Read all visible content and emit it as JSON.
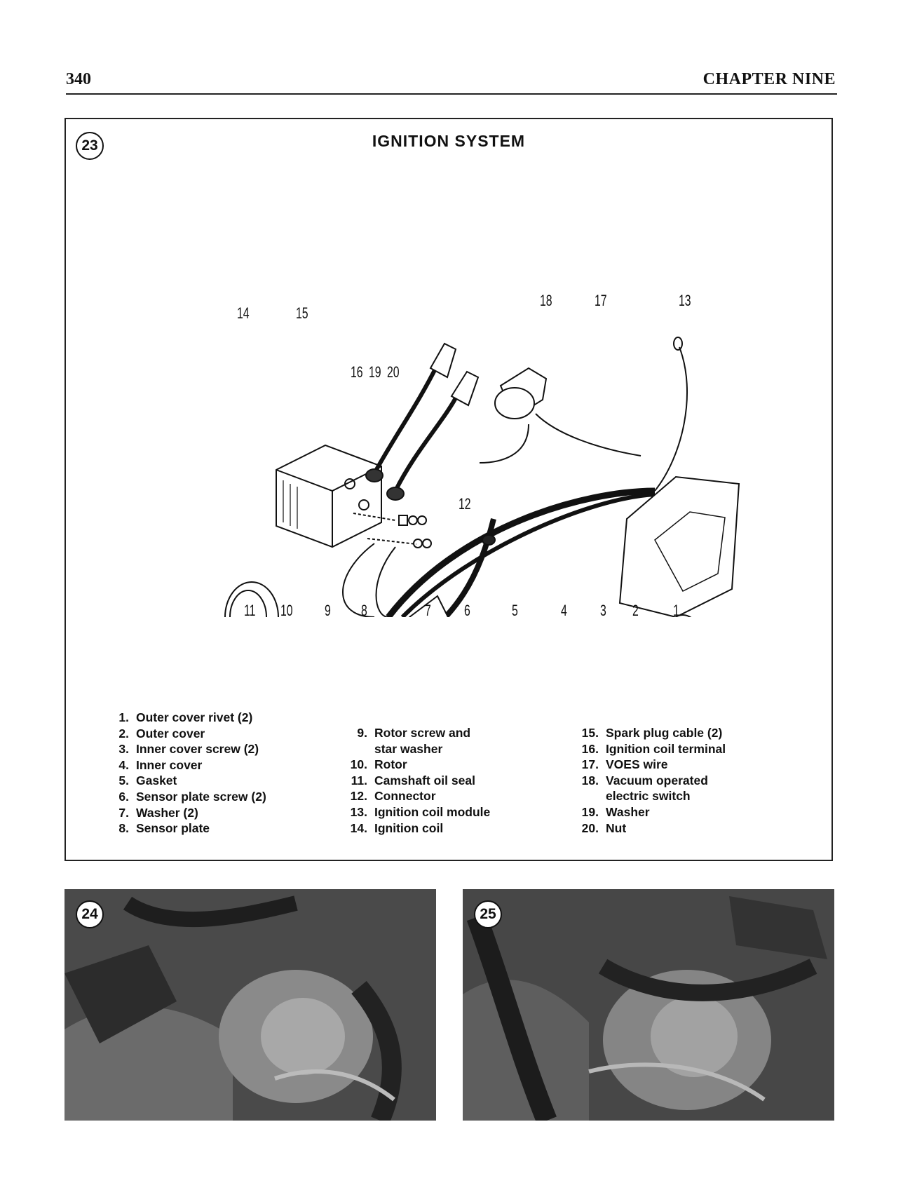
{
  "header": {
    "page_number": "340",
    "chapter": "CHAPTER NINE"
  },
  "figure": {
    "number": "23",
    "title": "IGNITION SYSTEM",
    "callouts": [
      "1",
      "2",
      "3",
      "4",
      "5",
      "6",
      "7",
      "8",
      "9",
      "10",
      "11",
      "12",
      "13",
      "14",
      "15",
      "16",
      "19",
      "20",
      "17",
      "18"
    ],
    "legend": [
      {
        "num": "1.",
        "text": "Outer cover rivet (2)"
      },
      {
        "num": "2.",
        "text": "Outer cover"
      },
      {
        "num": "3.",
        "text": "Inner cover screw (2)"
      },
      {
        "num": "4.",
        "text": "Inner cover"
      },
      {
        "num": "5.",
        "text": "Gasket"
      },
      {
        "num": "6.",
        "text": "Sensor plate screw (2)"
      },
      {
        "num": "7.",
        "text": "Washer (2)"
      },
      {
        "num": "8.",
        "text": "Sensor plate"
      },
      {
        "num": "9.",
        "text": "Rotor screw and"
      },
      {
        "num": "",
        "text": "star washer"
      },
      {
        "num": "10.",
        "text": "Rotor"
      },
      {
        "num": "11.",
        "text": "Camshaft oil seal"
      },
      {
        "num": "12.",
        "text": "Connector"
      },
      {
        "num": "13.",
        "text": "Ignition coil module"
      },
      {
        "num": "14.",
        "text": "Ignition coil"
      },
      {
        "num": "15.",
        "text": "Spark plug cable (2)"
      },
      {
        "num": "16.",
        "text": "Ignition coil terminal"
      },
      {
        "num": "17.",
        "text": "VOES wire"
      },
      {
        "num": "18.",
        "text": "Vacuum operated"
      },
      {
        "num": "",
        "text": "electric switch"
      },
      {
        "num": "19.",
        "text": "Washer"
      },
      {
        "num": "20.",
        "text": "Nut"
      }
    ]
  },
  "photos": [
    {
      "number": "24"
    },
    {
      "number": "25"
    }
  ]
}
